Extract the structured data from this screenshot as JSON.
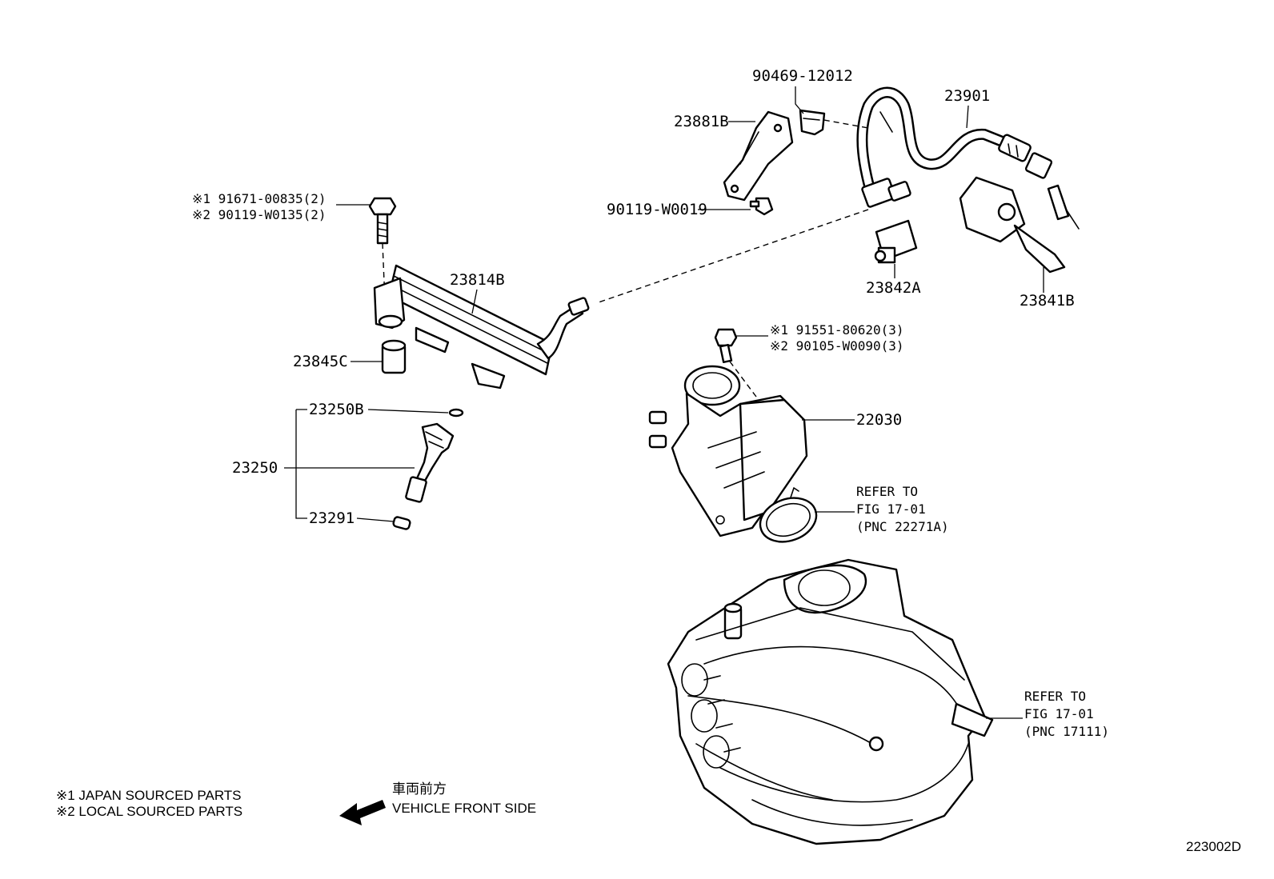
{
  "parts": {
    "p_90469": "90469-12012",
    "p_23881B": "23881B",
    "p_23901": "23901",
    "p_90119_w0019": "90119-W0019",
    "p_23842A": "23842A",
    "p_23841B": "23841B",
    "p_bolt_a1": "※1 91671-00835(2)",
    "p_bolt_a2": "※2 90119-W0135(2)",
    "p_23814B": "23814B",
    "p_23845C": "23845C",
    "p_23250B": "23250B",
    "p_23250": "23250",
    "p_23291": "23291",
    "p_bolt_b1": "※1 91551-80620(3)",
    "p_bolt_b2": "※2 90105-W0090(3)",
    "p_22030": "22030"
  },
  "references": {
    "gasket_ref_line1": "REFER TO",
    "gasket_ref_line2": "FIG 17-01",
    "gasket_ref_line3": "(PNC 22271A)",
    "manifold_ref_line1": "REFER TO",
    "manifold_ref_line2": "FIG 17-01",
    "manifold_ref_line3": "(PNC 17111)"
  },
  "legend": {
    "note1": "※1 JAPAN SOURCED PARTS",
    "note2": "※2 LOCAL SOURCED PARTS"
  },
  "orientation": {
    "japanese": "車両前方",
    "english": "VEHICLE FRONT SIDE",
    "arrow_icon": "arrow-left-icon"
  },
  "figure_id": "223002D"
}
